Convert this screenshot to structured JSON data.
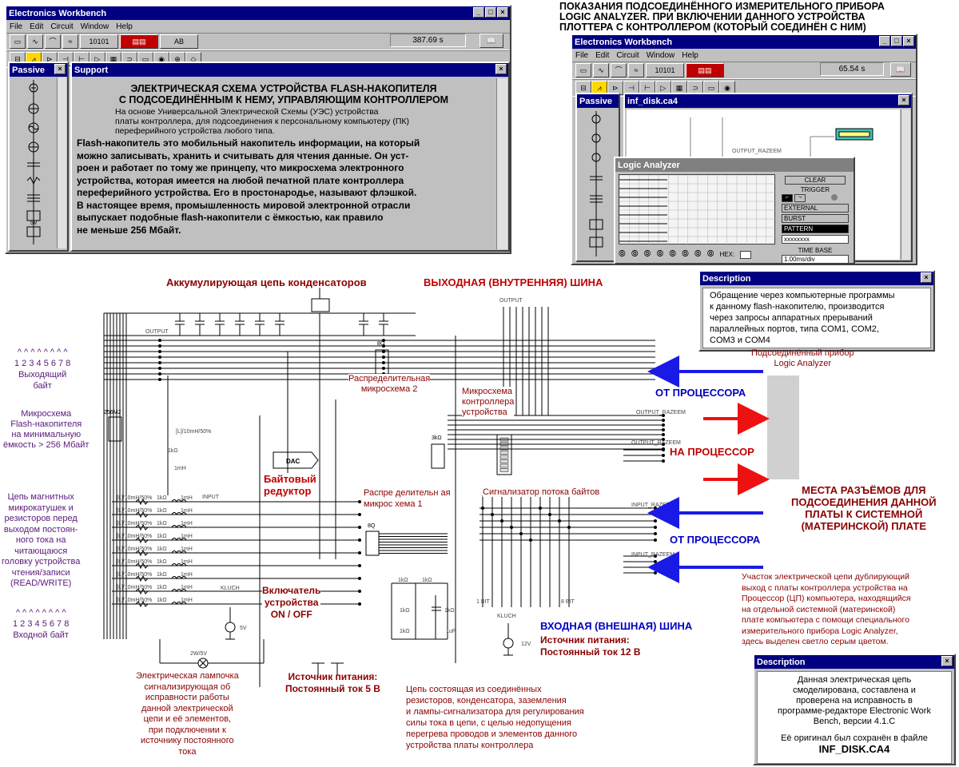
{
  "main_window": {
    "title": "Electronics Workbench",
    "menu": [
      "File",
      "Edit",
      "Circuit",
      "Window",
      "Help"
    ],
    "toolbar_items": [
      "10101",
      "AB"
    ],
    "time": "387.69 s"
  },
  "parts_bin": {
    "title": "Passive"
  },
  "support_window": {
    "title": "Support",
    "heading_1": "ЭЛЕКТРИЧЕСКАЯ СХЕМА УСТРОЙСТВА FLASH-НАКОПИТЕЛЯ",
    "heading_2": "С ПОДСОЕДИНЁННЫМ К НЕМУ, УПРАВЛЯЮЩИМ КОНТРОЛЛЕРОМ",
    "sub_1": "На основе Универсальной Электрической Схемы (УЭС) устройства",
    "sub_2": "платы контроллера, для подсоединения к персональному компьютеру (ПК)",
    "sub_3": "переферийного устройства любого типа.",
    "body_lines": [
      "Flash-накопитель это мобильный накопитель информации, на который",
      "можно записывать, хранить и считывать для чтения данные. Он уст-",
      "роен и работает по тому же принцепу, что микросхема электронного",
      "устройства, которая имеется на любой печатной плате контроллера",
      "переферийного устройства. Его в простонародье, называют флэшкой.",
      "В настоящее время, промышленность мировой электронной отрасли",
      "выпускает подобные flash-накопители с ёмкостью, как правило",
      "не меньше 256 Мбайт."
    ]
  },
  "top_right_caption": [
    "ПОКАЗАНИЯ ПОДСОЕДИНЁННОГО ИЗМЕРИТЕЛЬНОГО ПРИБОРА",
    "LOGIC ANALYZER. ПРИ ВКЛЮЧЕНИИ ДАННОГО УСТРОЙСТВА",
    "ПЛОТТЕРА С КОНТРОЛЛЕРОМ (КОТОРЫЙ СОЕДИНЁН С НИМ)"
  ],
  "second_window": {
    "title": "Electronics Workbench",
    "menu": [
      "File",
      "Edit",
      "Circuit",
      "Window",
      "Help"
    ],
    "time": "65.54 s",
    "parts_title": "Passive",
    "circuit_title": "inf_disk.ca4",
    "wire_label": "OUTPUT_RAZEEM"
  },
  "logic_analyzer": {
    "title": "Logic Analyzer",
    "clear": "CLEAR",
    "trigger": "TRIGGER",
    "external": "EXTERNAL",
    "burst": "BURST",
    "pattern": "PATTERN",
    "pattern_value": "xxxxxxxx",
    "time_base": "TIME BASE",
    "time_base_value": "1.00ms/div",
    "hex_label": "HEX:"
  },
  "description_1": {
    "title": "Description",
    "lines": [
      "Обращение через компьютерные программы",
      "к данному flash-накопителю, производится",
      "через запросы аппаратных прерываний",
      "параллейных портов, типа COM1, COM2,",
      "COM3 и COM4"
    ]
  },
  "description_2": {
    "title": "Description",
    "lines": [
      "Данная электрическая цепь",
      "смоделирована, составлена и",
      "проверена на исправность в",
      "программе-редакторе Electronic Work",
      "Bench, версии 4.1.C"
    ],
    "saved": "Её оригинал был сохранён в файле",
    "filename": "INF_DISK.CA4"
  },
  "schematic_labels": {
    "capacitor_chain": "Аккумулирующая цепь конденсаторов",
    "output_bus": "ВЫХОДНАЯ (ВНУТРЕННЯЯ) ШИНА",
    "connected_device_1": "Подсоединённый прибор",
    "connected_device_2": "Logic Analyzer",
    "from_processor_top": "ОТ ПРОЦЕССОРА",
    "to_processor": "НА ПРОЦЕССОР",
    "from_processor_bottom": "ОТ ПРОЦЕССОРА",
    "connector_places": [
      "МЕСТА РАЗЪЁМОВ ДЛЯ",
      "ПОДСОЕДИНЕНИЯ ДАННОЙ",
      "ПЛАТЫ К СИСТЕМНОЙ",
      "(МАТЕРИНСКОЙ) ПЛАТЕ"
    ],
    "dist_chip_2": [
      "Распределительная",
      "микросхема 2"
    ],
    "controller_chip": [
      "Микросхема",
      "контроллера",
      "устройства"
    ],
    "byte_reducer": [
      "Байтовый",
      "редуктор"
    ],
    "dist_chip_1": [
      "Распре делительн ая",
      "микрос хема 1"
    ],
    "byte_signaler": "Сигнализатор потока байтов",
    "input_bus": "ВХОДНАЯ (ВНЕШНАЯ) ШИНА",
    "power_12_1": "Источник питания:",
    "power_12_2": "Постоянный ток 12 В",
    "power_5_1": "Источник питания:",
    "power_5_2": "Постоянный ток 5 В",
    "switch": [
      "Включатель",
      "устройства",
      "ON / OFF"
    ],
    "out_byte_marks": "^ ^ ^ ^ ^ ^ ^ ^",
    "out_byte_digits": "1 2 3 4 5 6 7 8",
    "out_byte_label": [
      "Выходящий",
      "байт"
    ],
    "flash_chip": [
      "Микросхема",
      "Flash-накопителя",
      "на минимальную",
      "ёмкость > 256 Мбайт"
    ],
    "coils": [
      "Цепь магнитных",
      "микрокатушек и",
      "резисторов перед",
      "выходом постоян-",
      "ного тока на",
      "читающаюся",
      "головку устройства",
      "чтения/записи",
      "(READ/WRITE)"
    ],
    "in_byte_digits": "1 2 3 4 5 6 7 8",
    "in_byte_label": "Входной байт",
    "lamp": [
      "Электрическая лампочка",
      "сигнализирующая об",
      "исправности работы",
      "данной электрической",
      "цепи и её элементов,",
      "при подключении к",
      "источнику постоянного",
      "тока"
    ],
    "regulation": [
      "Цепь состоящая из соединённых",
      "резисторов, конденсатора, заземления",
      "и лампы-сигнализатора для регулирования",
      "силы тока в цепи, с целью недопущения",
      "перегрева проводов и элементов данного",
      "устройства платы контроллера"
    ],
    "duplicate": [
      "Участок электрической цепи дублирующий",
      "выход с платы контроллера устройства на",
      "Процессор (ЦП) компьютера, находящийся",
      "на отдельной системной (материнской)",
      "плате компьютера с помощи специального",
      "измерительного прибора Logic Analyzer,",
      "здесь выделен светло серым цветом."
    ]
  },
  "schematic_small": {
    "output": "OUTPUT",
    "input": "INPUT",
    "output_razeem": "OUTPUT_RAZEEM",
    "input_razeem": "INPUT_RAZEEM",
    "klyuch": "KLUCH",
    "dac": "DAC",
    "v5": "5V",
    "v12": "12V",
    "lamp_rating": "2W/5V",
    "res_1k": "1kΩ",
    "ind_1mh": "1mH",
    "cap_1uf": "1uF",
    "rl": "[L]/10mH/50%",
    "chip_8q": "8Q",
    "chip_3kq": "3kΩ",
    "chip_256": "256M2",
    "bit1": "1 BIT",
    "bit8": "8 BIT"
  },
  "colors": {
    "title_bar": "#000080",
    "window": "#c0c0c0",
    "arrow_red": "#ee1111",
    "arrow_blue": "#1a1ae6",
    "label_red": "#c00000",
    "label_purple": "#5a1a7a"
  }
}
